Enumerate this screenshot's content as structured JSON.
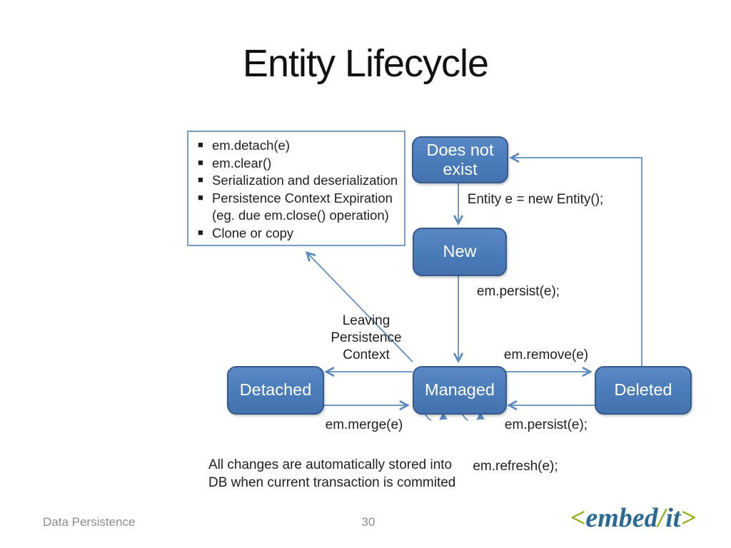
{
  "title": "Entity Lifecycle",
  "notes_box": {
    "items": [
      "em.detach(e)",
      "em.clear()",
      "Serialization and deserialization",
      "Persistence Context Expiration (eg. due em.close() operation)",
      "Clone or copy"
    ]
  },
  "diagram": {
    "states": {
      "does_not_exist": "Does not exist",
      "new": "New",
      "detached": "Detached",
      "managed": "Managed",
      "deleted": "Deleted"
    },
    "transitions": {
      "create": "Entity e = new Entity();",
      "persist_new": "em.persist(e);",
      "remove": "em.remove(e)",
      "leaving_context": "Leaving\nPersistence\nContext",
      "merge": "em.merge(e)",
      "persist_managed": "em.persist(e);",
      "refresh": "em.refresh(e);"
    },
    "note_bottom": "All changes are automatically stored into\nDB when current transaction is commited"
  },
  "footer": {
    "section": "Data Persistence",
    "page_number": "30",
    "logo": {
      "bracket_open": "<",
      "word_main": "embed",
      "separator": "/",
      "word_suffix": "it",
      "bracket_close": ">"
    }
  },
  "colors": {
    "state_fill": "#4a7cba",
    "state_border": "#365a8e",
    "connector": "#5b89c2",
    "notes_border": "#7a9cc6",
    "label_text": "#1f1f1f",
    "footer_text": "#8c8c8c",
    "logo_blue": "#2a6b93",
    "logo_green": "#8fb417"
  }
}
